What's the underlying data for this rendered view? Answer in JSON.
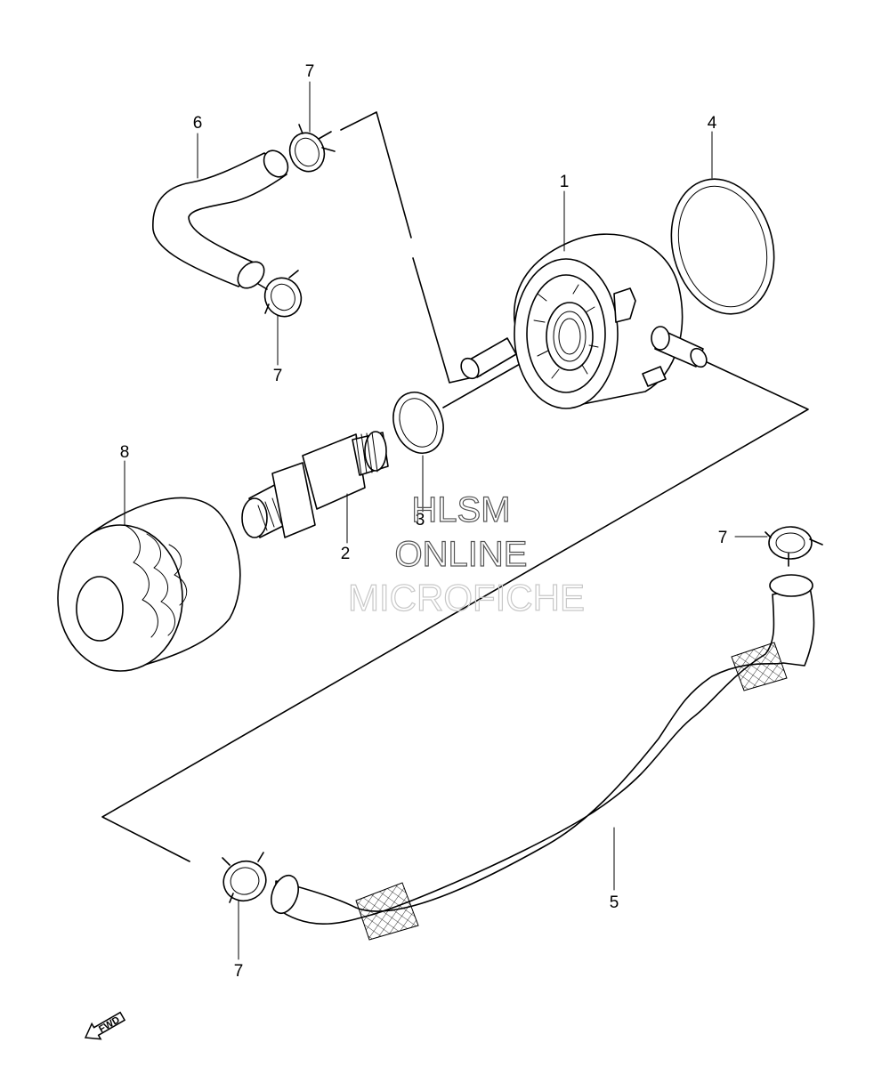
{
  "diagram": {
    "parts": [
      {
        "ref": "1",
        "name": "oil-cooler"
      },
      {
        "ref": "2",
        "name": "union-bolt"
      },
      {
        "ref": "3",
        "name": "o-ring-small"
      },
      {
        "ref": "4",
        "name": "o-ring-large"
      },
      {
        "ref": "5",
        "name": "long-hose"
      },
      {
        "ref": "6",
        "name": "bent-hose"
      },
      {
        "ref": "7",
        "name": "hose-clamp"
      },
      {
        "ref": "8",
        "name": "oil-filter"
      }
    ],
    "callouts": {
      "c1": "1",
      "c2": "2",
      "c3": "3",
      "c4": "4",
      "c5": "5",
      "c6": "6",
      "c7a": "7",
      "c7b": "7",
      "c7c": "7",
      "c7d": "7",
      "c8": "8"
    },
    "direction": "FWD"
  },
  "watermark": {
    "line1": "HLSM",
    "line2": "ONLINE",
    "line3": "MICROFICHE"
  }
}
